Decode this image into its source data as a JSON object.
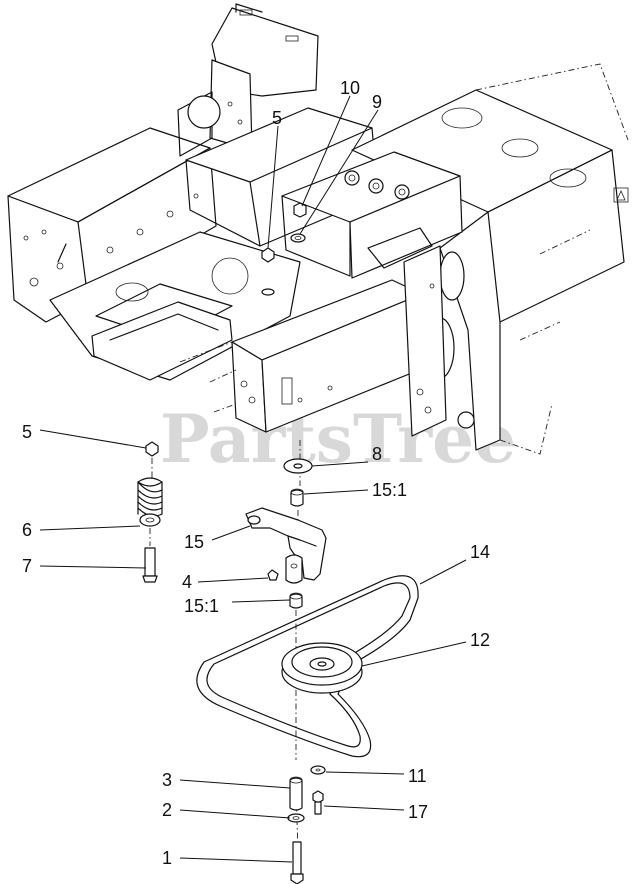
{
  "watermark": "PartsTree",
  "callouts": [
    {
      "id": "c-10",
      "label": "10"
    },
    {
      "id": "c-9",
      "label": "9"
    },
    {
      "id": "c-5-top",
      "label": "5"
    },
    {
      "id": "c-5",
      "label": "5"
    },
    {
      "id": "c-8",
      "label": "8"
    },
    {
      "id": "c-15-1-top",
      "label": "15:1"
    },
    {
      "id": "c-6",
      "label": "6"
    },
    {
      "id": "c-15",
      "label": "15"
    },
    {
      "id": "c-7",
      "label": "7"
    },
    {
      "id": "c-14",
      "label": "14"
    },
    {
      "id": "c-4",
      "label": "4"
    },
    {
      "id": "c-15-1-bottom",
      "label": "15:1"
    },
    {
      "id": "c-12",
      "label": "12"
    },
    {
      "id": "c-3",
      "label": "3"
    },
    {
      "id": "c-11",
      "label": "11"
    },
    {
      "id": "c-2",
      "label": "2"
    },
    {
      "id": "c-17",
      "label": "17"
    },
    {
      "id": "c-1",
      "label": "1"
    }
  ]
}
